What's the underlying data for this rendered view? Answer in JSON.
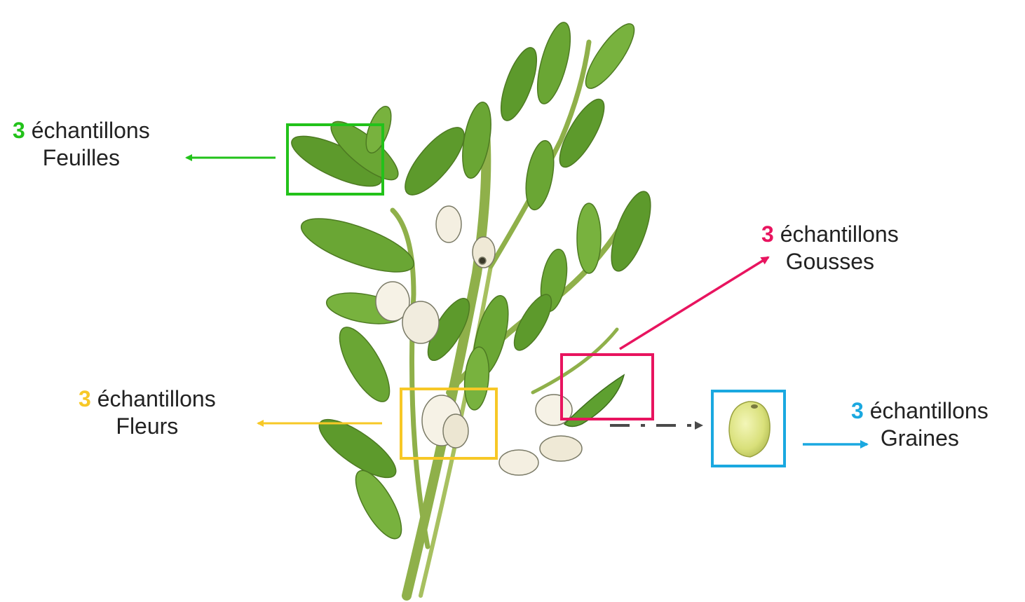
{
  "colors": {
    "feuilles": "#22c21a",
    "fleurs": "#f7c826",
    "gousses": "#e8145f",
    "graines": "#1aa8e0",
    "seed_arrow": "#4a4a4a",
    "text": "#222222"
  },
  "samples": {
    "feuilles": {
      "count": "3",
      "word": "échantillons",
      "name": "Feuilles"
    },
    "fleurs": {
      "count": "3",
      "word": "échantillons",
      "name": "Fleurs"
    },
    "gousses": {
      "count": "3",
      "word": "échantillons",
      "name": "Gousses"
    },
    "graines": {
      "count": "3",
      "word": "échantillons",
      "name": "Graines"
    }
  }
}
